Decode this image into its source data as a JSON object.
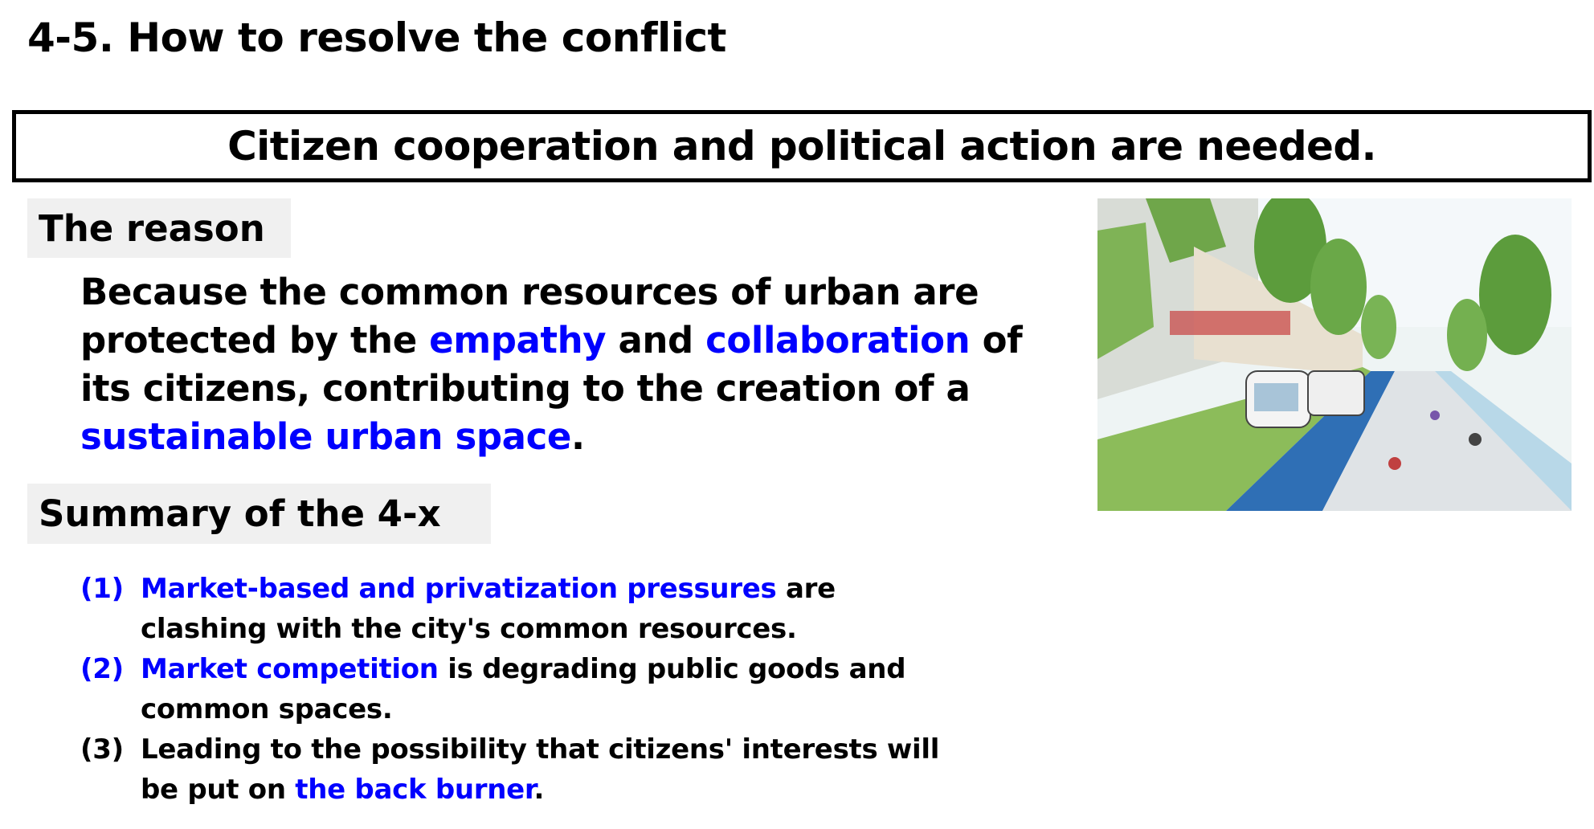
{
  "title": "4-5. How to resolve the conflict",
  "headline": "Citizen cooperation and political action are needed.",
  "reason": {
    "heading": "The reason",
    "lines": [
      [
        {
          "t": "Because the common resources of urban are",
          "b": false
        }
      ],
      [
        {
          "t": "protected by the ",
          "b": false
        },
        {
          "t": "empathy",
          "b": true
        },
        {
          "t": " and ",
          "b": false
        },
        {
          "t": "collaboration",
          "b": true
        },
        {
          "t": " of",
          "b": false
        }
      ],
      [
        {
          "t": "its citizens, contributing to the creation of a",
          "b": false
        }
      ],
      [
        {
          "t": "sustainable urban space",
          "b": true
        },
        {
          "t": ".",
          "b": false
        }
      ]
    ]
  },
  "summary": {
    "heading": "Summary of the 4-x",
    "items": [
      {
        "num": "(1)",
        "num_blue": true,
        "lines": [
          [
            {
              "t": "Market-based and privatization pressures",
              "b": true
            },
            {
              "t": " are",
              "b": false
            }
          ],
          [
            {
              "t": "clashing with the city's common resources.",
              "b": false
            }
          ]
        ]
      },
      {
        "num": "(2)",
        "num_blue": true,
        "lines": [
          [
            {
              "t": "Market competition",
              "b": true
            },
            {
              "t": " is degrading public goods and",
              "b": false
            }
          ],
          [
            {
              "t": "common spaces.",
              "b": false
            }
          ]
        ]
      },
      {
        "num": "(3)",
        "num_blue": false,
        "lines": [
          [
            {
              "t": "Leading to the possibility that citizens' interests will",
              "b": false
            }
          ],
          [
            {
              "t": "be put on ",
              "b": false
            },
            {
              "t": "the back burner",
              "b": true
            },
            {
              "t": ".",
              "b": false
            }
          ]
        ]
      }
    ]
  },
  "colors": {
    "accent": "#0000ff",
    "header_bg": "#f0f0f0"
  }
}
